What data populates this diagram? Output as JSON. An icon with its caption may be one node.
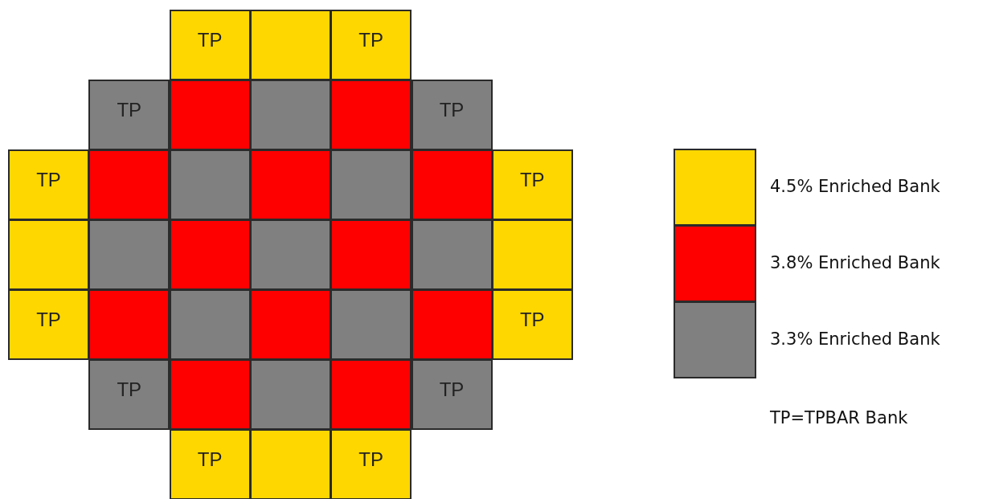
{
  "diagram": {
    "nodes": [
      {
        "text": [
          "TP"
        ]
      },
      {
        "text": [],
        "shape": "box"
      },
      {
        "text": [
          "TP"
        ]
      },
      {
        "text": [
          "TP"
        ]
      },
      {
        "text": [],
        "shape": "box"
      },
      {
        "text": [],
        "shape": "box"
      },
      {
        "text": [],
        "shape": "box"
      },
      {
        "text": [
          "TP"
        ]
      },
      {
        "text": [
          "TP"
        ]
      },
      {
        "text": [],
        "shape": "box"
      },
      {
        "text": [],
        "shape": "box"
      },
      {
        "text": [],
        "shape": "box"
      },
      {
        "text": [],
        "shape": "box"
      },
      {
        "text": [],
        "shape": "box"
      },
      {
        "text": [
          "TP"
        ]
      },
      {
        "text": [],
        "shape": "box"
      },
      {
        "text": [],
        "shape": "box"
      },
      {
        "text": [],
        "shape": "box"
      },
      {
        "text": [],
        "shape": "box"
      },
      {
        "text": [],
        "shape": "box"
      },
      {
        "text": [],
        "shape": "box"
      },
      {
        "text": [],
        "shape": "box"
      },
      {
        "text": [
          "TP"
        ]
      },
      {
        "text": [],
        "shape": "box"
      },
      {
        "text": [],
        "shape": "box"
      },
      {
        "text": [],
        "shape": "box"
      },
      {
        "text": [],
        "shape": "box"
      },
      {
        "text": [],
        "shape": "box"
      },
      {
        "text": [
          "TP"
        ]
      },
      {
        "text": [
          "TP"
        ]
      },
      {
        "text": [],
        "shape": "box"
      },
      {
        "text": [],
        "shape": "box"
      },
      {
        "text": [],
        "shape": "box"
      },
      {
        "text": [
          "TP"
        ]
      },
      {
        "text": [
          "TP"
        ]
      },
      {
        "text": [],
        "shape": "box"
      },
      {
        "text": [
          "TP"
        ]
      }
    ],
    "labels": [
      "TP=TPBAR Bank"
    ],
    "legend": [
      {
        "text": "4.5% Enriched Bank",
        "color": "#ffd700"
      },
      {
        "text": "3.8% Enriched Bank",
        "color": "#ff0000"
      },
      {
        "text": "3.3% Enriched Bank",
        "color": "#808080"
      }
    ]
  }
}
